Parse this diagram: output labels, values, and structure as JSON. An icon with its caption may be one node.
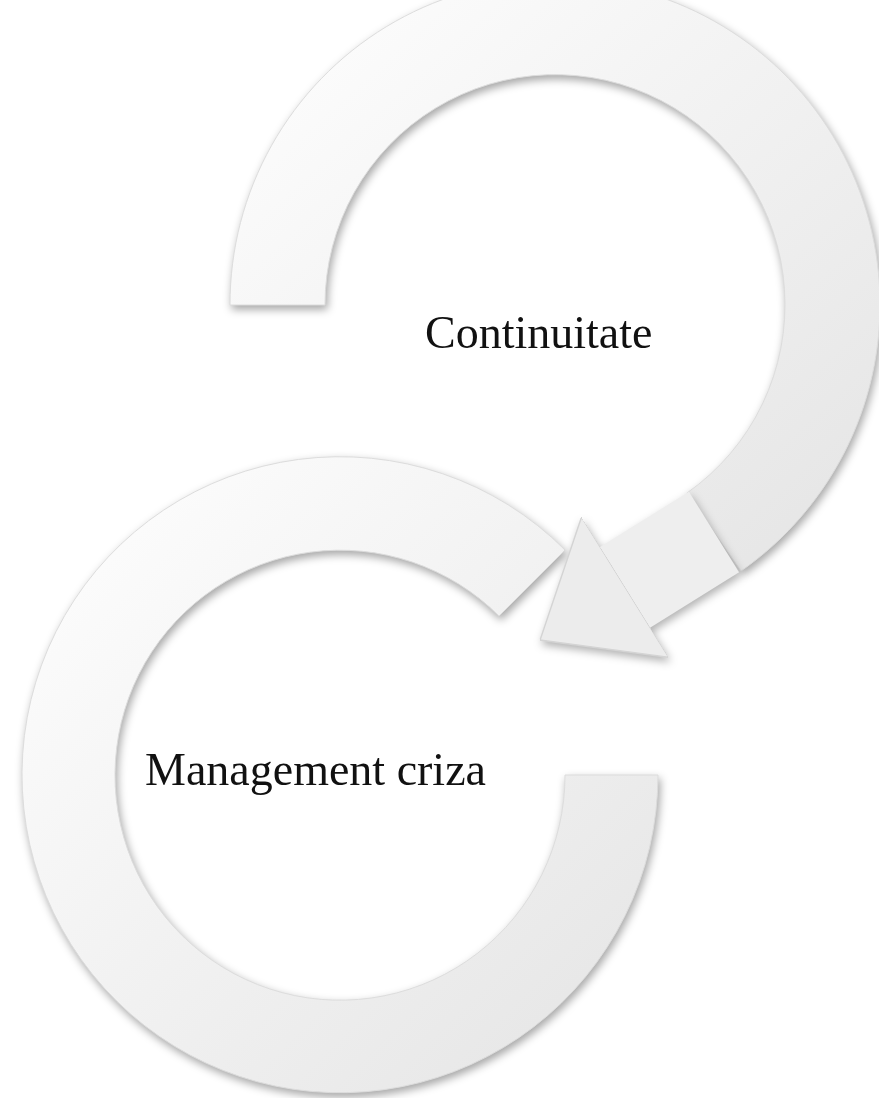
{
  "diagram": {
    "nodes": [
      {
        "text": [
          "Continuitate"
        ]
      },
      {
        "text": [
          "Management criza"
        ]
      }
    ],
    "edges": [
      {
        "from": 0,
        "to": 1,
        "arrow": "to"
      }
    ]
  }
}
